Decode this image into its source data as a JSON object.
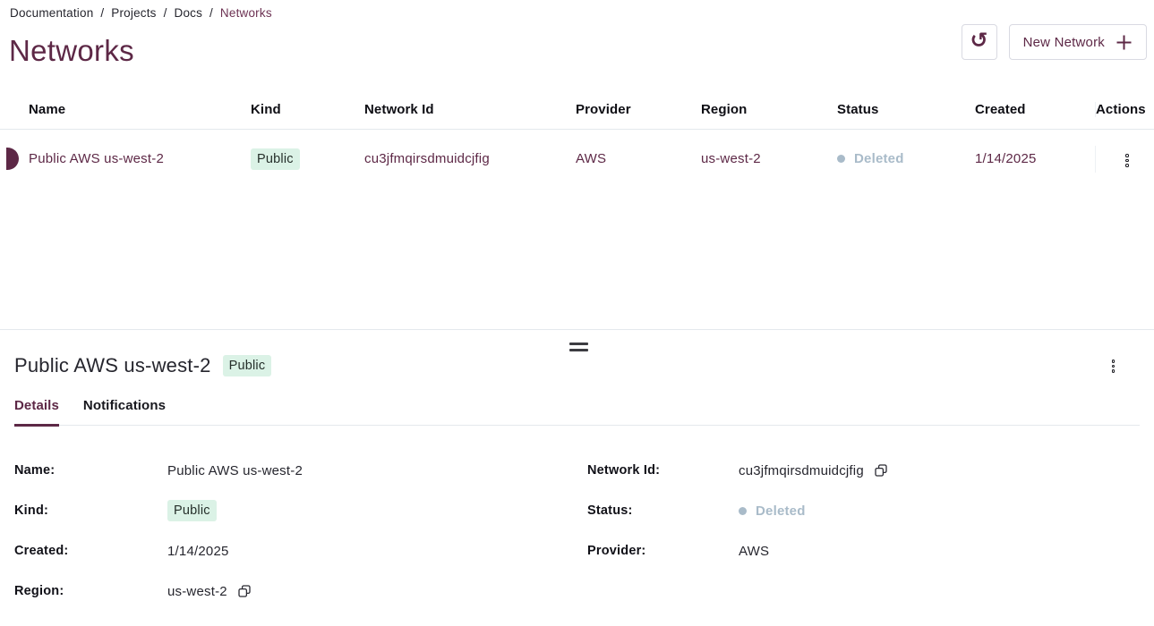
{
  "breadcrumb": {
    "separator": "/",
    "items": [
      "Documentation",
      "Projects",
      "Docs"
    ],
    "current": "Networks"
  },
  "header": {
    "title": "Networks",
    "refresh_icon": "rotate-ccw",
    "new_button_label": "New Network",
    "plus_icon": "plus"
  },
  "table": {
    "columns": [
      "Name",
      "Kind",
      "Network Id",
      "Provider",
      "Region",
      "Status",
      "Created",
      "Actions"
    ],
    "rows": [
      {
        "name": "Public AWS us-west-2",
        "kind": "Public",
        "network_id": "cu3jfmqirsdmuidcjfig",
        "provider": "AWS",
        "region": "us-west-2",
        "status": "Deleted",
        "created": "1/14/2025",
        "selected": true
      }
    ]
  },
  "drawer": {
    "title": "Public AWS us-west-2",
    "badge": "Public",
    "tabs": [
      {
        "label": "Details",
        "active": true
      },
      {
        "label": "Notifications",
        "active": false
      }
    ],
    "fields": {
      "name": {
        "label": "Name:",
        "value": "Public AWS us-west-2"
      },
      "network_id": {
        "label": "Network Id:",
        "value": "cu3jfmqirsdmuidcjfig",
        "copyable": true
      },
      "kind": {
        "label": "Kind:",
        "value": "Public"
      },
      "status": {
        "label": "Status:",
        "value": "Deleted"
      },
      "created": {
        "label": "Created:",
        "value": "1/14/2025"
      },
      "provider": {
        "label": "Provider:",
        "value": "AWS"
      },
      "region": {
        "label": "Region:",
        "value": "us-west-2",
        "copyable": true
      }
    }
  },
  "colors": {
    "accent": "#5d2846",
    "badge_bg": "#dbf2e6",
    "status_muted": "#a9bbc9",
    "border": "#e3e8ec"
  }
}
